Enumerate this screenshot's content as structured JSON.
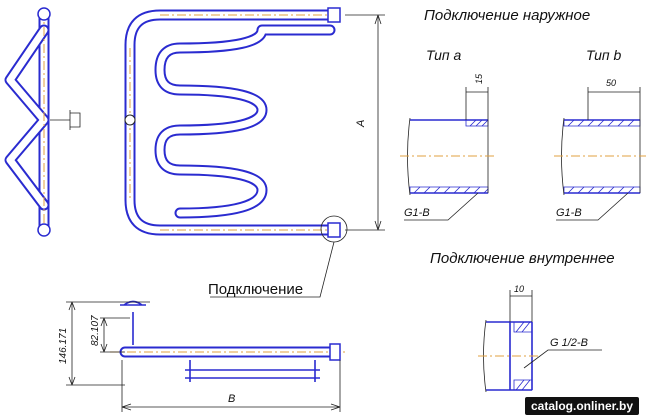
{
  "labels": {
    "external_title": "Подключение наружное",
    "type_a": "Тип а",
    "type_b": "Тип b",
    "dim_15": "15",
    "dim_50": "50",
    "thread_a": "G1-B",
    "thread_b": "G1-B",
    "internal_title": "Подключение внутреннее",
    "dim_10": "10",
    "thread_internal": "G 1/2-B",
    "connection": "Подключение",
    "dim_A": "A",
    "dim_B": "B",
    "dim_146": "146.171",
    "dim_82": "82.107"
  },
  "watermark": "catalog.onliner.by",
  "colors": {
    "pipe": "#2a2bd0",
    "axis": "#e0a040",
    "line": "#222222"
  }
}
